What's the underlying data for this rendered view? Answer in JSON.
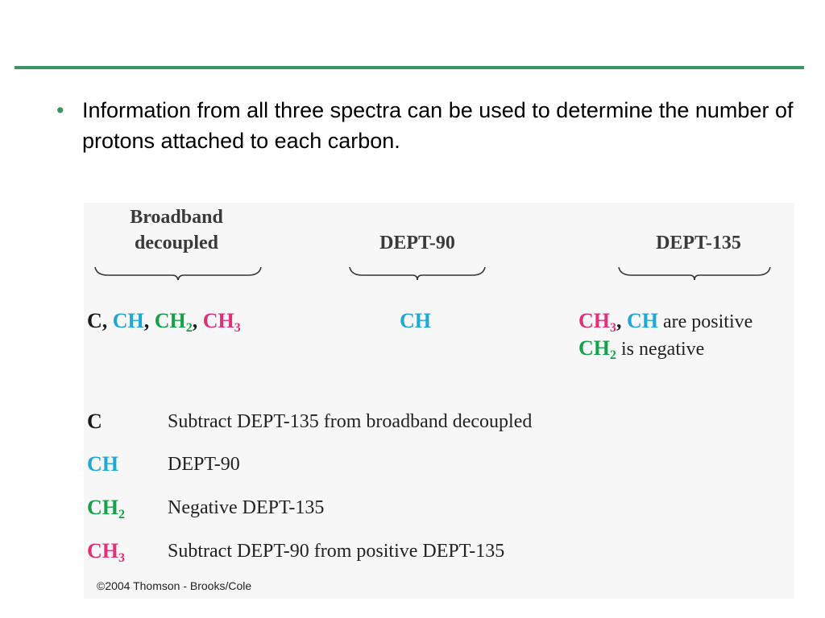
{
  "bullet": {
    "marker": "•",
    "text": "Information from all three spectra can be used to determine the number of protons attached to each carbon."
  },
  "figure": {
    "headers": {
      "broadband": "Broadband decoupled",
      "dept90": "DEPT-90",
      "dept135": "DEPT-135"
    },
    "broadband_formula": {
      "c": "C",
      "sep1": ", ",
      "ch": "CH",
      "sep2": ", ",
      "ch2": "CH",
      "ch2_sub": "2",
      "sep3": ", ",
      "ch3": "CH",
      "ch3_sub": "3"
    },
    "dept90_formula": {
      "ch": "CH"
    },
    "dept135_formula": {
      "line1_ch3": "CH",
      "line1_ch3_sub": "3",
      "line1_sep": ", ",
      "line1_ch": "CH",
      "line1_text": " are positive",
      "line2_ch2": "CH",
      "line2_ch2_sub": "2",
      "line2_text": " is negative"
    },
    "methods": [
      {
        "key": "C",
        "sub": "",
        "desc": "Subtract DEPT-135 from broadband decoupled"
      },
      {
        "key": "CH",
        "sub": "",
        "desc": "DEPT-90"
      },
      {
        "key": "CH",
        "sub": "2",
        "desc": "Negative DEPT-135"
      },
      {
        "key": "CH",
        "sub": "3",
        "desc": "Subtract DEPT-90 from positive DEPT-135"
      }
    ],
    "copyright": "©2004 Thomson - Brooks/Cole"
  },
  "colors": {
    "accent_green": "#3e9460",
    "ch_cyan": "#1ea8d6",
    "ch2_green": "#16a04a",
    "ch3_pink": "#e0307a"
  }
}
